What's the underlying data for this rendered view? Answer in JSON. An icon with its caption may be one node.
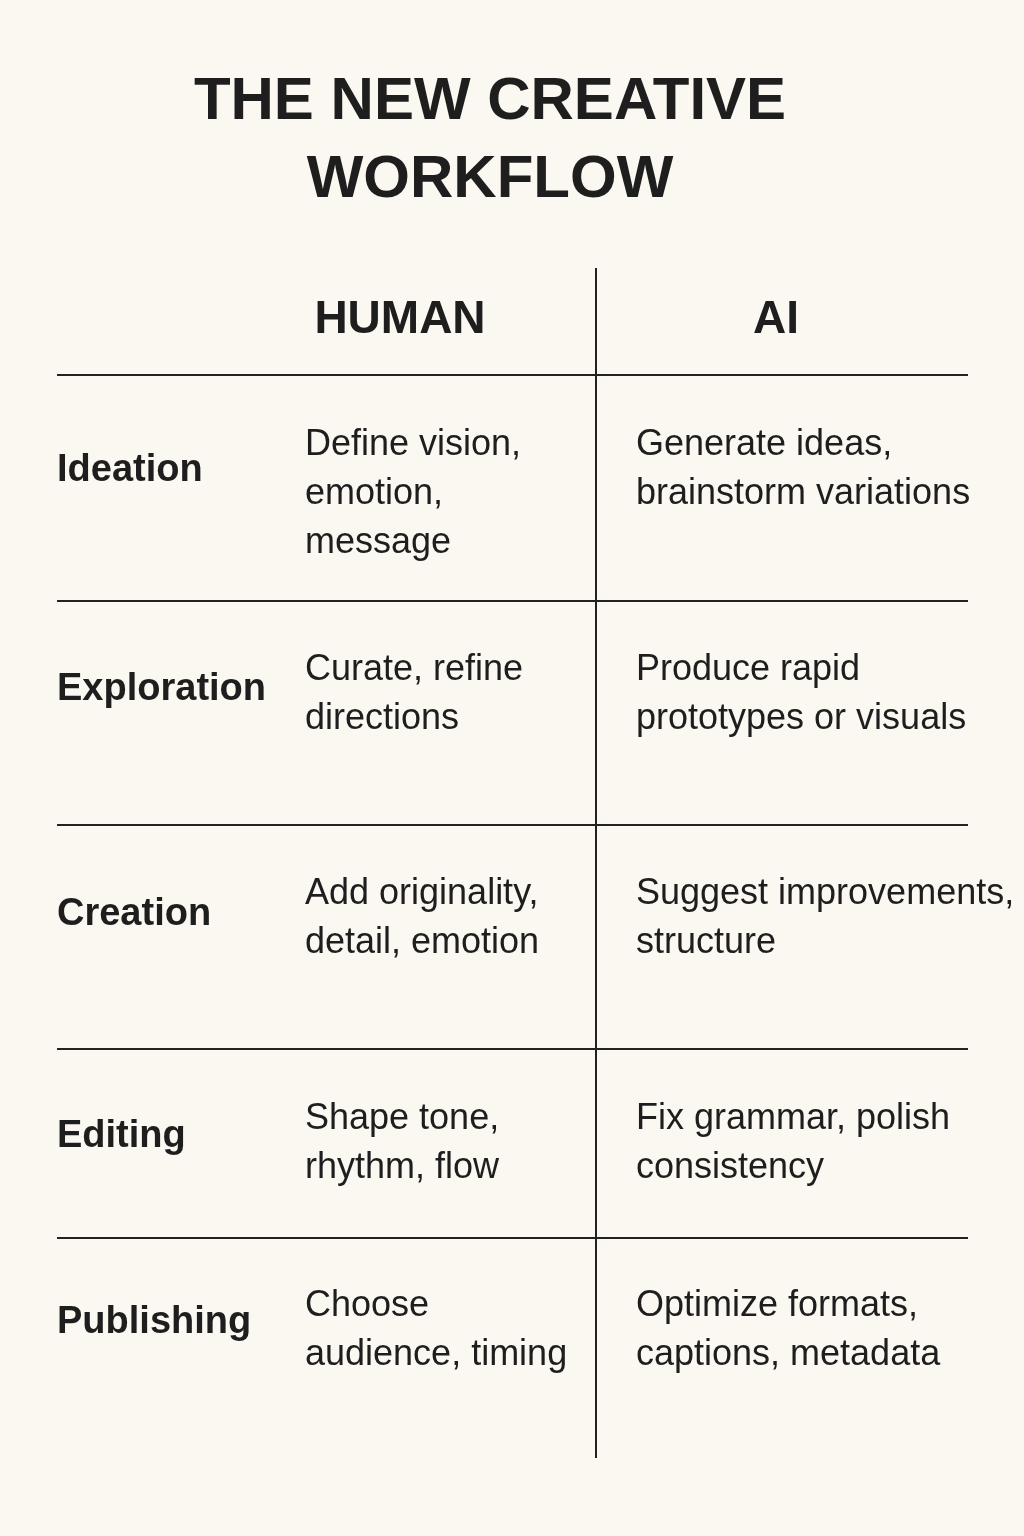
{
  "diagram": {
    "title": "THE NEW CREATIVE WORKFLOW",
    "labels": [
      "HUMAN",
      "AI",
      "Ideation",
      "Define vision, emotion, message",
      "Generate ideas, brainstorm variations",
      "Exploration",
      "Curate, refine directions",
      "Produce rapid prototypes or visuals",
      "Creation",
      "Add originality, detail, emotion",
      "Suggest improvements, structure",
      "Editing",
      "Shape tone, rhythm, flow",
      "Fix grammar, polish consistency",
      "Publishing",
      "Choose audience, timing",
      "Optimize formats, captions, metadata"
    ]
  }
}
